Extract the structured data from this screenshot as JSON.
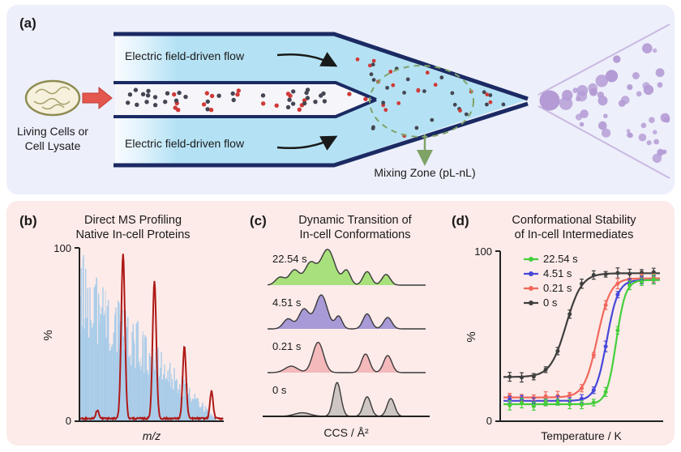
{
  "panel_a": {
    "label": "(a)",
    "source_line1": "Living Cells or",
    "source_line2": "Cell Lysate",
    "flow_label_top": "Electric field-driven flow",
    "flow_label_bottom": "Electric field-driven flow",
    "mixing_zone_label": "Mixing Zone (pL-nL)",
    "colors": {
      "wall": "#1b2a63",
      "channel_fill": "#b4e2f4",
      "analyte_dark": "#454653",
      "analyte_red": "#cf3a38",
      "droplet": "#b49bd5",
      "spray_line": "#c9b9e2",
      "mixing_outline": "#7fa266",
      "cell_arrow": "#e4574e"
    }
  },
  "panel_b": {
    "label": "(b)",
    "title_line1": "Direct MS Profiling",
    "title_line2": "Native In-cell Proteins",
    "ylabel": "%",
    "xlabel": "m/z",
    "ytick_top": "100",
    "ytick_bottom": "0"
  },
  "panel_c": {
    "label": "(c)",
    "title_line1": "Dynamic Transition of",
    "title_line2": "In-cell Conformations",
    "xlabel": "CCS / Å²"
  },
  "panel_d": {
    "label": "(d)",
    "title_line1": "Conformational Stability",
    "title_line2": "of In-cell Intermediates",
    "ylabel": "%",
    "xlabel": "Temperature / K",
    "ytick_top": "100",
    "ytick_bottom": "0",
    "legend": [
      {
        "label": "22.54 s",
        "color": "#45cf3b"
      },
      {
        "label": "4.51 s",
        "color": "#4748d8"
      },
      {
        "label": "0.21 s",
        "color": "#f0685c"
      },
      {
        "label": "0 s",
        "color": "#3f3f3f"
      }
    ]
  },
  "chart_data": [
    {
      "panel": "b",
      "type": "line",
      "title": "Direct MS Profiling Native In-cell Proteins",
      "xlabel": "m/z",
      "ylabel": "%",
      "ylim": [
        0,
        100
      ],
      "series": [
        {
          "name": "native in-cell protein mass spectrum",
          "color": "#ae1917",
          "peaks": [
            {
              "x_frac": 0.12,
              "intensity": 5,
              "width": 0.01
            },
            {
              "x_frac": 0.3,
              "intensity": 96,
              "width": 0.013
            },
            {
              "x_frac": 0.52,
              "intensity": 80,
              "width": 0.013
            },
            {
              "x_frac": 0.73,
              "intensity": 42,
              "width": 0.012
            },
            {
              "x_frac": 0.92,
              "intensity": 16,
              "width": 0.011
            }
          ]
        },
        {
          "name": "chemical background noise",
          "color": "#a9cce9",
          "envelope": "decreases roughly linearly from ~100% at low m/z to ~0% at high m/z"
        }
      ]
    },
    {
      "panel": "c",
      "type": "area",
      "title": "Dynamic Transition of In-cell Conformations",
      "xlabel": "CCS / Å²",
      "note": "stacked arrival-time/CCS distributions at four reaction times; peaks given as [ccs_frac, rel_amplitude, width_frac]",
      "traces": [
        {
          "label": "22.54 s",
          "fill": "#a8e07c",
          "outline": "#3a3a3a",
          "peaks": [
            [
              0.08,
              0.22,
              0.03
            ],
            [
              0.17,
              0.42,
              0.032
            ],
            [
              0.27,
              0.6,
              0.035
            ],
            [
              0.38,
              1.0,
              0.045
            ],
            [
              0.5,
              0.4,
              0.025
            ],
            [
              0.63,
              0.38,
              0.026
            ],
            [
              0.75,
              0.3,
              0.026
            ]
          ]
        },
        {
          "label": "4.51 s",
          "fill": "#a79ad6",
          "outline": "#3a3a3a",
          "peaks": [
            [
              0.13,
              0.28,
              0.03
            ],
            [
              0.23,
              0.55,
              0.032
            ],
            [
              0.34,
              0.95,
              0.038
            ],
            [
              0.45,
              0.35,
              0.022
            ],
            [
              0.63,
              0.42,
              0.026
            ],
            [
              0.76,
              0.32,
              0.026
            ]
          ]
        },
        {
          "label": "0.21 s",
          "fill": "#f4b9bb",
          "outline": "#3a3a3a",
          "peaks": [
            [
              0.15,
              0.18,
              0.04
            ],
            [
              0.32,
              0.85,
              0.034
            ],
            [
              0.62,
              0.52,
              0.026
            ],
            [
              0.76,
              0.48,
              0.026
            ]
          ]
        },
        {
          "label": "0 s",
          "fill": "#cdc6c2",
          "outline": "#3a3a3a",
          "peaks": [
            [
              0.22,
              0.1,
              0.05
            ],
            [
              0.44,
              0.95,
              0.024
            ],
            [
              0.63,
              0.55,
              0.024
            ],
            [
              0.78,
              0.5,
              0.024
            ]
          ]
        }
      ]
    },
    {
      "panel": "d",
      "type": "line",
      "title": "Conformational Stability of In-cell Intermediates",
      "xlabel": "Temperature / K",
      "ylabel": "%",
      "ylim": [
        0,
        100
      ],
      "note": "sigmoidal melting curves with error-bar points; x given as fraction of shown temperature range",
      "series": [
        {
          "name": "0 s",
          "color": "#3f3f3f",
          "low": 26,
          "high": 87,
          "midpoint_frac": 0.4,
          "width_frac": 0.05
        },
        {
          "name": "0.21 s",
          "color": "#f0685c",
          "low": 14,
          "high": 84,
          "midpoint_frac": 0.6,
          "width_frac": 0.042
        },
        {
          "name": "4.51 s",
          "color": "#4748d8",
          "low": 12,
          "high": 83,
          "midpoint_frac": 0.66,
          "width_frac": 0.036
        },
        {
          "name": "22.54 s",
          "color": "#45cf3b",
          "low": 10,
          "high": 83,
          "midpoint_frac": 0.72,
          "width_frac": 0.03
        }
      ]
    }
  ]
}
